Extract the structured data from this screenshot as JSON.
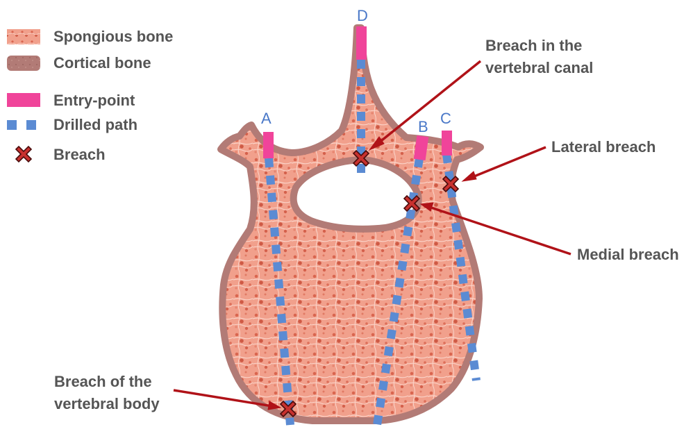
{
  "legend": {
    "spongious_bone": "Spongious bone",
    "cortical_bone": "Cortical bone",
    "entry_point": "Entry-point",
    "drilled_path": "Drilled path",
    "breach": "Breach"
  },
  "paths": {
    "a": "A",
    "b": "B",
    "c": "C",
    "d": "D"
  },
  "annotations": {
    "canal_line1": "Breach in the",
    "canal_line2": "vertebral canal",
    "lateral": "Lateral breach",
    "medial": "Medial breach",
    "body_line1": "Breach of the",
    "body_line2": "vertebral body"
  },
  "colors": {
    "spongious": "#f1a08c",
    "cortical": "#b27b76",
    "entry_point": "#f0449a",
    "drilled_path": "#5b8bd3",
    "breach_fill": "#c8312e",
    "arrow": "#b01218",
    "text": "#555555",
    "letter": "#4a78c8"
  }
}
